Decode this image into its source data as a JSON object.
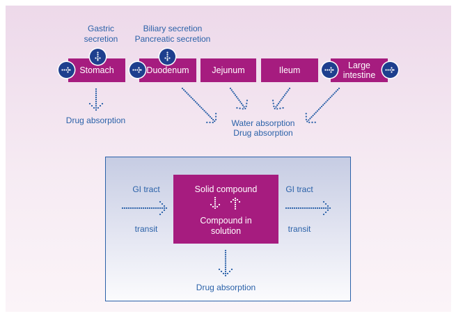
{
  "top": {
    "gastric_secretion": [
      "Gastric",
      "secretion"
    ],
    "biliary_pancreatic": [
      "Biliary secretion",
      "Pancreatic secretion"
    ],
    "segments": {
      "stomach": "Stomach",
      "duodenum": "Duodenum",
      "jejunum": "Jejunum",
      "ileum": "Ileum",
      "large_intestine": [
        "Large",
        "intestine"
      ]
    },
    "drug_absorption": "Drug absorption",
    "water_absorption": "Water absorption",
    "drug_absorption_2": "Drug absorption"
  },
  "bottom": {
    "gi_tract_left": "GI tract",
    "transit_left": "transit",
    "gi_tract_right": "GI tract",
    "transit_right": "transit",
    "solid_compound": "Solid compound",
    "compound_in_solution": [
      "Compound in",
      "solution"
    ],
    "drug_absorption": "Drug absorption"
  },
  "colors": {
    "segment_fill": "#a61c7f",
    "label_text": "#2a61a8",
    "badge_fill": "#1e3f8e",
    "dotted_arrow": "#2a61a8"
  },
  "icons": [
    "dotted-right-arrow-icon",
    "dotted-down-arrow-icon",
    "dotted-up-arrow-icon"
  ]
}
